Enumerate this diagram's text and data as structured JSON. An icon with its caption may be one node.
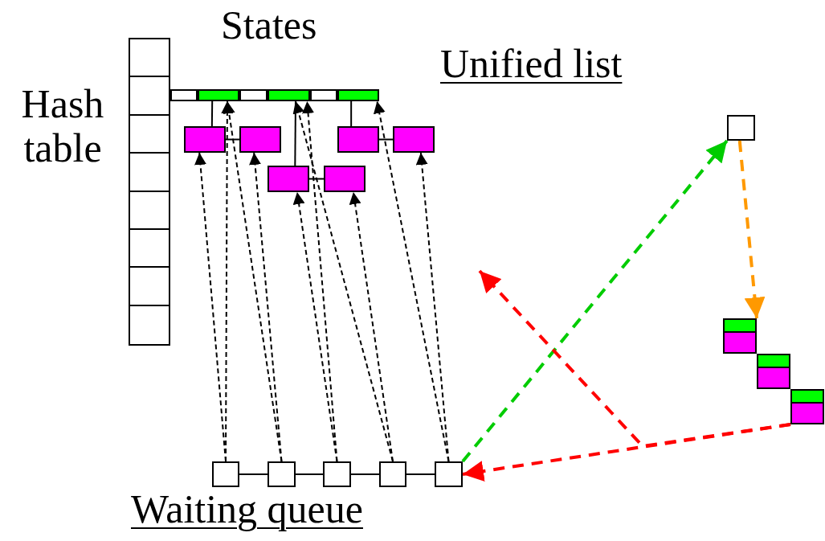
{
  "diagram": {
    "nodes": [
      {
        "text": [],
        "shape": "box"
      },
      {
        "text": [],
        "shape": "box"
      },
      {
        "text": [],
        "shape": "box"
      },
      {
        "text": [],
        "shape": "box"
      },
      {
        "text": [],
        "shape": "box"
      },
      {
        "text": [],
        "shape": "box"
      },
      {
        "text": [],
        "shape": "box"
      },
      {
        "text": [],
        "shape": "box"
      },
      {
        "text": [],
        "shape": "box"
      },
      {
        "text": [],
        "shape": "box"
      },
      {
        "text": [],
        "shape": "box"
      },
      {
        "text": [],
        "shape": "box"
      },
      {
        "text": [],
        "shape": "box"
      },
      {
        "text": [],
        "shape": "box"
      },
      {
        "text": [],
        "shape": "box"
      },
      {
        "text": [],
        "shape": "box"
      },
      {
        "text": [],
        "shape": "box"
      },
      {
        "text": [],
        "shape": "box"
      },
      {
        "text": [],
        "shape": "box"
      },
      {
        "text": [],
        "shape": "box"
      },
      {
        "text": [],
        "shape": "box"
      },
      {
        "text": [],
        "shape": "box"
      }
    ],
    "edges": [
      {
        "from": 2,
        "to": 8,
        "arrow": "none"
      },
      {
        "from": 8,
        "to": 9,
        "arrow": "none"
      },
      {
        "from": 4,
        "to": 12,
        "arrow": "none"
      },
      {
        "from": 12,
        "to": 13,
        "arrow": "none"
      },
      {
        "from": 6,
        "to": 10,
        "arrow": "none"
      },
      {
        "from": 10,
        "to": 11,
        "arrow": "none"
      },
      {
        "from": 17,
        "to": 18,
        "arrow": "none"
      },
      {
        "from": 18,
        "to": 19,
        "arrow": "none"
      },
      {
        "from": 19,
        "to": 20,
        "arrow": "none"
      },
      {
        "from": 20,
        "to": 21,
        "arrow": "none"
      },
      {
        "from": 17,
        "to": 8,
        "arrow": "to",
        "style": "dashed"
      },
      {
        "from": 17,
        "to": 2,
        "arrow": "to",
        "style": "dashed"
      },
      {
        "from": 18,
        "to": 9,
        "arrow": "to",
        "style": "dashed"
      },
      {
        "from": 18,
        "to": 2,
        "arrow": "to",
        "style": "dashed"
      },
      {
        "from": 19,
        "to": 12,
        "arrow": "to",
        "style": "dashed"
      },
      {
        "from": 19,
        "to": 4,
        "arrow": "to",
        "style": "dashed"
      },
      {
        "from": 20,
        "to": 13,
        "arrow": "to",
        "style": "dashed"
      },
      {
        "from": 20,
        "to": 4,
        "arrow": "to",
        "style": "dashed"
      },
      {
        "from": 21,
        "to": 11,
        "arrow": "to",
        "style": "dashed"
      },
      {
        "from": 21,
        "to": 6,
        "arrow": "to",
        "style": "dashed"
      },
      {
        "from": 21,
        "to": 7,
        "arrow": "to",
        "style": "dashed",
        "color": "#00cc00"
      },
      {
        "from": 7,
        "to": 14,
        "arrow": "to",
        "style": "dashed",
        "color": "#ff9900"
      },
      {
        "from": 16,
        "to": 21,
        "arrow": "to",
        "style": "dashed",
        "color": "#ff0000"
      },
      {
        "from": 16,
        "to": null,
        "arrow": "to",
        "style": "dashed",
        "color": "#ff0000"
      }
    ],
    "labels": [
      "States",
      "Unified list",
      "Hash table",
      "Waiting queue"
    ]
  }
}
